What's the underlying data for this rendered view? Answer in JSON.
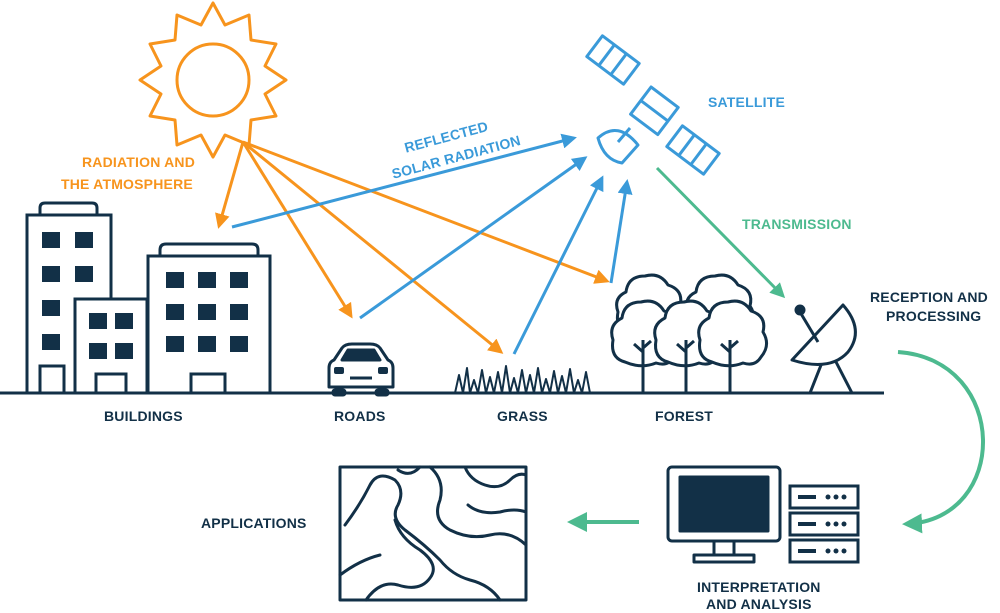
{
  "colors": {
    "navy": "#123047",
    "orange": "#f7941d",
    "blue": "#3a9ad9",
    "green": "#4dba8f"
  },
  "icons": [
    "sun-icon",
    "satellite-icon",
    "buildings-icon",
    "car-icon",
    "grass-icon",
    "forest-icon",
    "satellite-dish-icon",
    "computer-monitor-icon",
    "server-icon",
    "map-icon"
  ],
  "labels": {
    "radiation_line1": "RADIATION AND",
    "radiation_line2": "THE ATMOSPHERE",
    "reflected_line1": "REFLECTED",
    "reflected_line2": "SOLAR RADIATION",
    "satellite": "SATELLITE",
    "transmission": "TRANSMISSION",
    "reception_line1": "RECEPTION AND",
    "reception_line2": "PROCESSING",
    "buildings": "BUILDINGS",
    "roads": "ROADS",
    "grass": "GRASS",
    "forest": "FOREST",
    "applications": "APPLICATIONS",
    "interpretation_line1": "INTERPRETATION",
    "interpretation_line2": "AND ANALYSIS"
  }
}
